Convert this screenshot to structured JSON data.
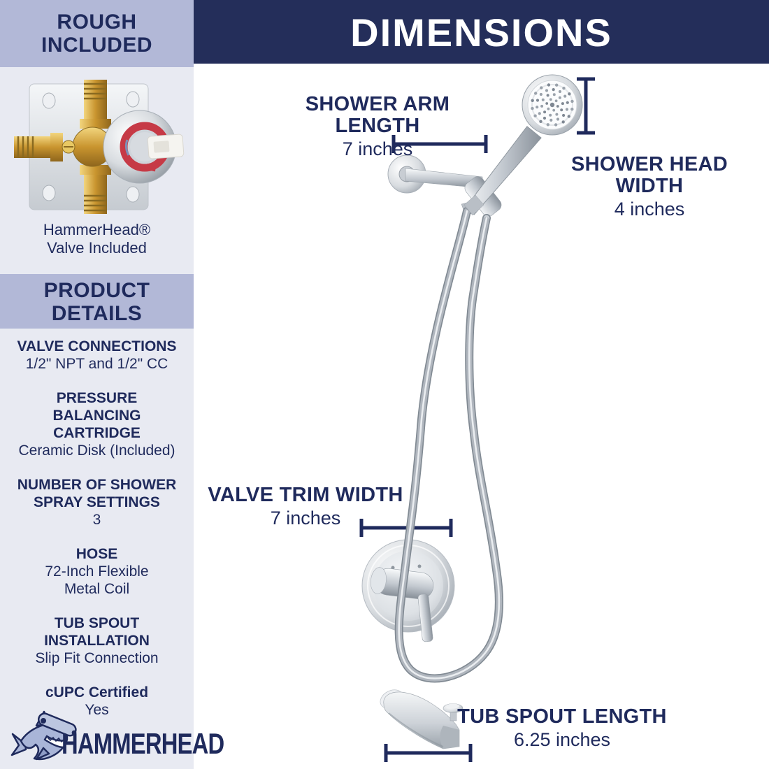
{
  "colors": {
    "navy_text": "#1f2a5c",
    "header_band_navy": "#242e5a",
    "lavender_band": "#b2b8d7",
    "panel_background": "#e8eaf2",
    "chrome_gray": "#c7ccd2",
    "brass_gold": "#c9952f",
    "valve_red_ring": "#c63a46",
    "white": "#ffffff"
  },
  "left_panel": {
    "rough_included": {
      "line1": "ROUGH",
      "line2": "INCLUDED"
    },
    "valve_caption": {
      "line1": "HammerHead®",
      "line2": "Valve Included"
    },
    "product_details": {
      "line1": "PRODUCT",
      "line2": "DETAILS"
    },
    "specs": [
      {
        "label": "VALVE CONNECTIONS",
        "value": "1/2\" NPT and 1/2\" CC"
      },
      {
        "label": "PRESSURE BALANCING CARTRIDGE",
        "value": "Ceramic Disk (Included)"
      },
      {
        "label": "NUMBER OF SHOWER SPRAY SETTINGS",
        "value": "3"
      },
      {
        "label": "HOSE",
        "value": "72-Inch Flexible Metal Coil"
      },
      {
        "label": "TUB SPOUT INSTALLATION",
        "value": "Slip Fit Connection"
      },
      {
        "label": "cUPC Certified",
        "value": "Yes"
      }
    ],
    "brand": "HAMMERHEAD"
  },
  "dimensions": {
    "title": "DIMENSIONS",
    "annotations": [
      {
        "label": "SHOWER ARM LENGTH",
        "value": "7 inches"
      },
      {
        "label": "SHOWER HEAD WIDTH",
        "value": "4 inches"
      },
      {
        "label": "VALVE TRIM WIDTH",
        "value": "7 inches"
      },
      {
        "label": "TUB SPOUT LENGTH",
        "value": "6.25 inches"
      }
    ]
  }
}
